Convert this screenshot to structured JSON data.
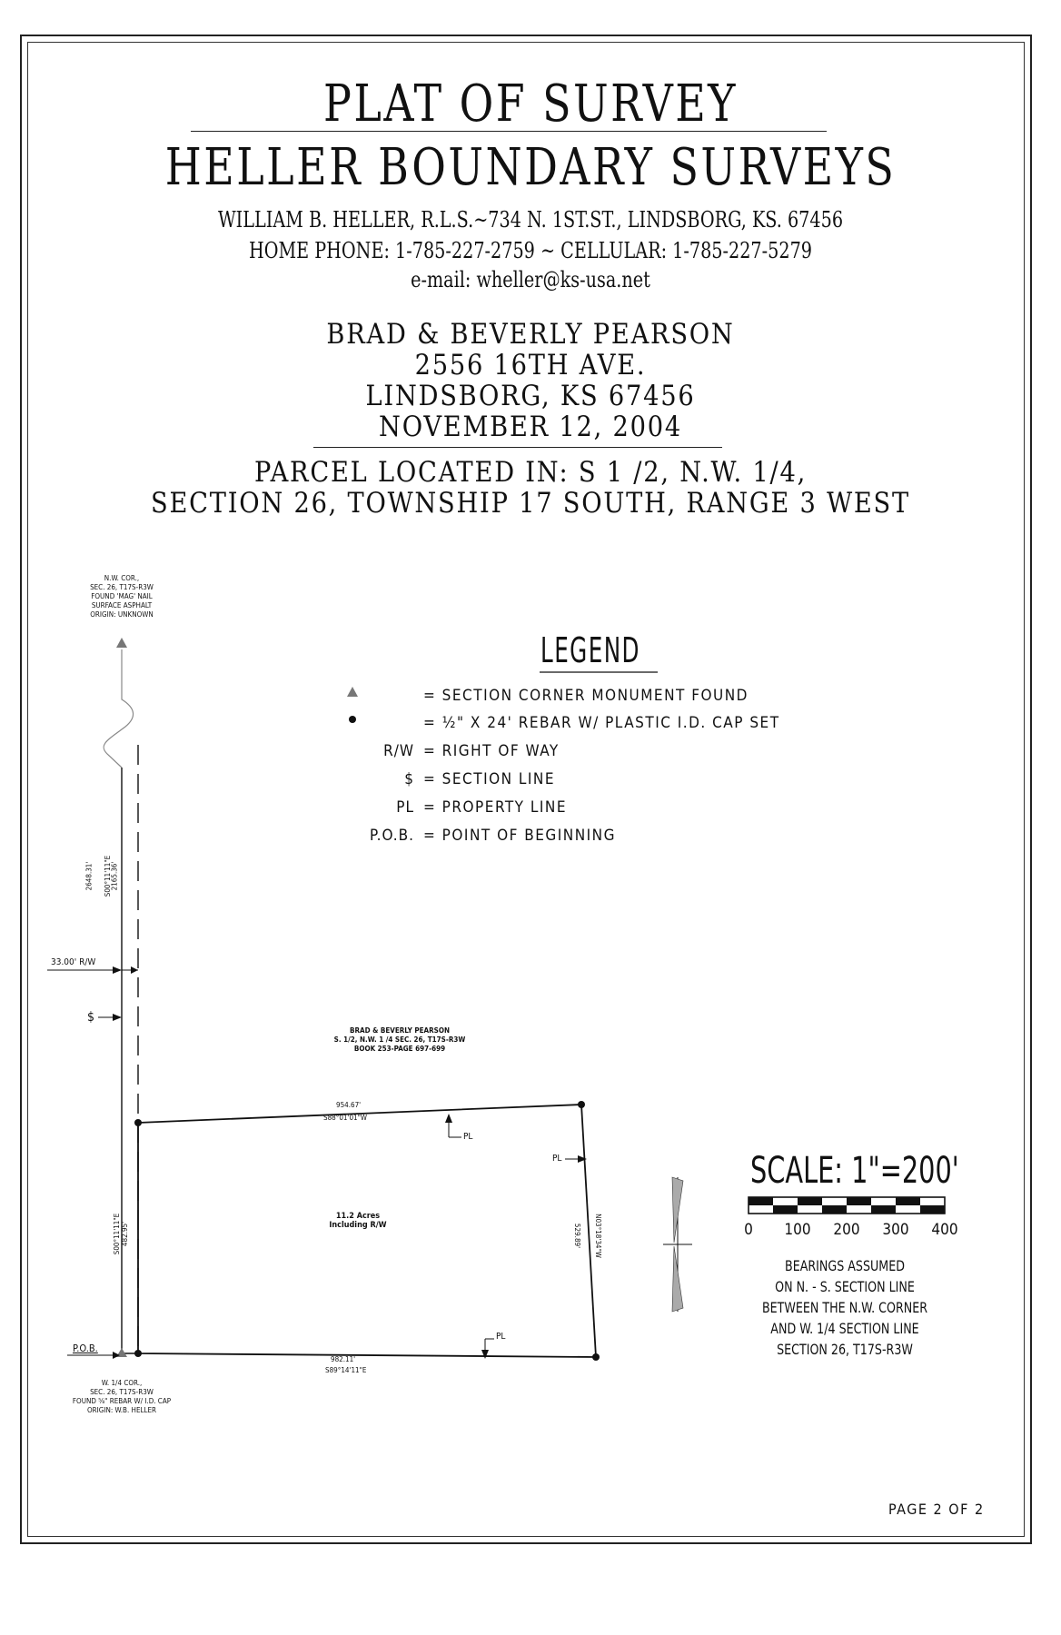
{
  "header": {
    "title": "PLAT OF SURVEY",
    "company": "HELLER BOUNDARY SURVEYS",
    "address_line": "WILLIAM  B. HELLER, R.L.S.~734  N. 1ST.ST., LINDSBORG, KS. 67456",
    "phone_line": "HOME  PHONE: 1-785-227-2759  ~  CELLULAR: 1-785-227-5279",
    "email_line": "e-mail: wheller@ks-usa.net"
  },
  "client": {
    "names": "BRAD  &  BEVERLY  PEARSON",
    "street": "2556  16TH  AVE.",
    "city": "LINDSBORG,  KS  67456",
    "date": "NOVEMBER  12,  2004"
  },
  "parcel": {
    "line1": "PARCEL  LOCATED  IN: S  1 /2, N.W. 1/4,",
    "line2": "SECTION  26, TOWNSHIP  17  SOUTH, RANGE  3  WEST"
  },
  "nw_corner_note": [
    "N.W. COR.,",
    "SEC. 26, T17S-R3W",
    "FOUND 'MAG' NAIL",
    "SURFACE ASPHALT",
    "ORIGIN: UNKNOWN"
  ],
  "legend": {
    "title": "LEGEND",
    "items": [
      {
        "symbol": "triangle-icon",
        "text": "= SECTION  CORNER  MONUMENT  FOUND"
      },
      {
        "symbol": "dot-icon",
        "text": "= ½\" X  24'  REBAR  W/  PLASTIC  I.D. CAP  SET"
      },
      {
        "symbol": "R/W",
        "text": "= RIGHT  OF  WAY"
      },
      {
        "symbol": "$",
        "text": "= SECTION  LINE"
      },
      {
        "symbol": "PL",
        "text": "= PROPERTY  LINE"
      },
      {
        "symbol": "P.O.B.",
        "text": "= POINT  OF  BEGINNING"
      }
    ]
  },
  "west_line_dims": {
    "total": "2648.31'",
    "bearing": "S00°11'11\"E",
    "partial": "2165.36'"
  },
  "row_label": "33.00'  R/W",
  "section_line_label": "$",
  "parcel_owner_note": [
    "BRAD & BEVERLY PEARSON",
    "S. 1/2, N.W. 1 /4  SEC. 26, T17S-R3W",
    "BOOK  253-PAGE  697-699"
  ],
  "boundary": {
    "north_distance": "954.67'",
    "north_bearing": "S88°01'01\"W",
    "east_distance": "529.89'",
    "east_bearing": "N03°18'34\"W",
    "south_distance": "982.11'",
    "south_bearing": "S89°14'11\"E",
    "west_bearing": "S00°11'11\"E",
    "west_distance": "482.95'",
    "area_line1": "11.2 Acres",
    "area_line2": "Including R/W",
    "pl_label": "PL"
  },
  "pob_label": "P.O.B.",
  "w_quarter_note": [
    "W. 1/4 COR.,",
    "SEC. 26, T17S-R3W",
    "FOUND ⅝\" REBAR W/ I.D. CAP",
    "ORIGIN: W.B. HELLER"
  ],
  "scale": {
    "title": "SCALE: 1\"=200'",
    "ticks": [
      "0",
      "100",
      "200",
      "300",
      "400"
    ]
  },
  "bearing_note": [
    "BEARINGS  ASSUMED",
    "ON  N. - S. SECTION  LINE",
    "BETWEEN  THE  N.W. CORNER",
    "AND  W. 1/4  SECTION  LINE",
    "SECTION  26,  T17S-R3W"
  ],
  "page_number": "PAGE  2  OF  2"
}
